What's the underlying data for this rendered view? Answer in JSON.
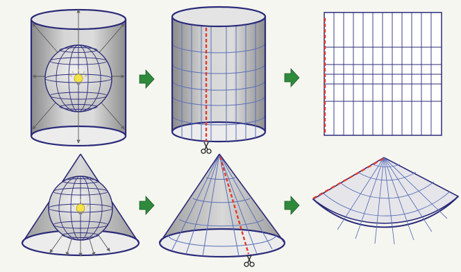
{
  "diagram": {
    "rows": [
      {
        "name": "cylindrical-projection",
        "steps": [
          "globe-inside-cylinder",
          "cylinder-with-graticule",
          "flattened-rectangular-map"
        ]
      },
      {
        "name": "conic-projection",
        "steps": [
          "globe-inside-cone",
          "cone-with-graticule",
          "flattened-fan-map"
        ]
      }
    ],
    "colors": {
      "outline": "#2a2a7a",
      "graticule": "#5a6fb8",
      "cut_line": "#e03a2e",
      "arrow": "#2f8a3c",
      "surface": "#c9c9c9",
      "bulb": "#f4e24a",
      "background": "#f6f6f0"
    },
    "icons": {
      "cut": "scissors-icon",
      "next": "green-arrow-icon",
      "light_source": "light-bulb-icon"
    }
  }
}
